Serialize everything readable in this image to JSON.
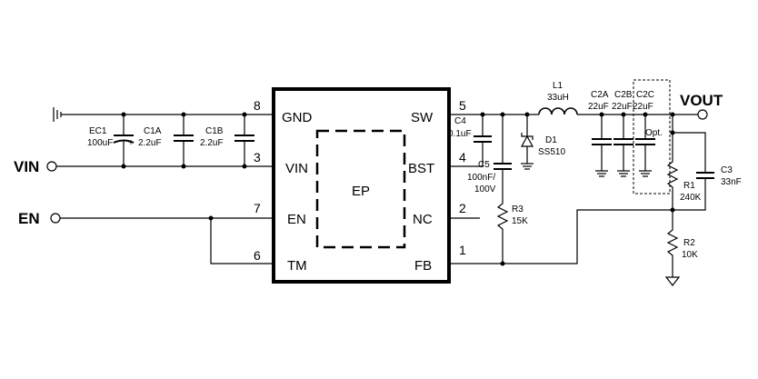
{
  "ic": {
    "pins": {
      "gnd": "GND",
      "vin": "VIN",
      "en": "EN",
      "tm": "TM",
      "sw": "SW",
      "bst": "BST",
      "nc": "NC",
      "fb": "FB",
      "ep": "EP"
    },
    "pin_numbers": {
      "gnd": "8",
      "vin": "3",
      "en": "7",
      "tm": "6",
      "sw": "5",
      "bst": "4",
      "nc": "2",
      "fb": "1"
    }
  },
  "nets": {
    "vin": "VIN",
    "en": "EN",
    "vout": "VOUT"
  },
  "components": {
    "ec1": {
      "ref": "EC1",
      "value": "100uF",
      "polarity": "+"
    },
    "c1a": {
      "ref": "C1A",
      "value": "2.2uF"
    },
    "c1b": {
      "ref": "C1B",
      "value": "2.2uF"
    },
    "c4": {
      "ref": "C4",
      "value": "0.1uF"
    },
    "c5": {
      "ref": "C5",
      "value": "100nF/",
      "value2": "100V"
    },
    "r3": {
      "ref": "R3",
      "value": "15K"
    },
    "d1": {
      "ref": "D1",
      "value": "SS510"
    },
    "l1": {
      "ref": "L1",
      "value": "33uH"
    },
    "c2a": {
      "ref": "C2A",
      "value": "22uF"
    },
    "c2b": {
      "ref": "C2B",
      "value": "22uF"
    },
    "c2c": {
      "ref": "C2C",
      "value": "22uF"
    },
    "opt": {
      "label": "Opt."
    },
    "r1": {
      "ref": "R1",
      "value": "240K"
    },
    "r2": {
      "ref": "R2",
      "value": "10K"
    },
    "c3": {
      "ref": "C3",
      "value": "33nF"
    }
  }
}
